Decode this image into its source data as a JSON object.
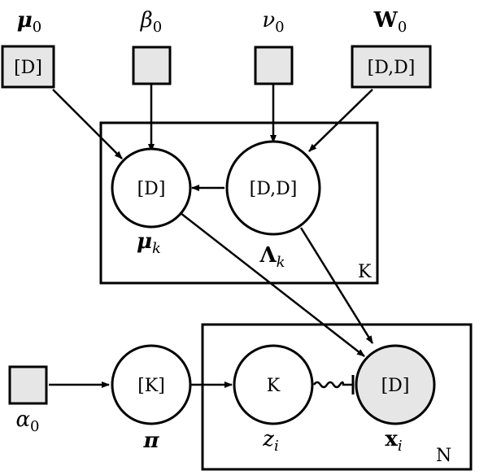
{
  "hyperparameters": {
    "mu0": {
      "symbol": "μ",
      "sub": "0",
      "dim": "[D]"
    },
    "beta0": {
      "symbol": "β",
      "sub": "0"
    },
    "nu0": {
      "symbol": "ν",
      "sub": "0"
    },
    "W0": {
      "symbol": "W",
      "sub": "0",
      "dim": "[D,D]"
    },
    "alpha0": {
      "symbol": "α",
      "sub": "0"
    }
  },
  "nodes": {
    "mu_k": {
      "dim": "[D]",
      "symbol": "μ",
      "sub": "k"
    },
    "lambda_k": {
      "dim": "[D,D]",
      "symbol": "Λ",
      "sub": "k"
    },
    "pi": {
      "dim": "[K]",
      "symbol": "π"
    },
    "z_i": {
      "dim": "K",
      "symbol": "z",
      "sub": "i"
    },
    "x_i": {
      "dim": "[D]",
      "symbol": "x",
      "sub": "i"
    }
  },
  "plates": {
    "K": {
      "label": "K"
    },
    "N": {
      "label": "N"
    }
  },
  "colors": {
    "stroke": "#000000",
    "node_fill": "#ffffff",
    "hyper_fill": "#e6e6e6",
    "observed_fill": "#e6e6e6"
  }
}
